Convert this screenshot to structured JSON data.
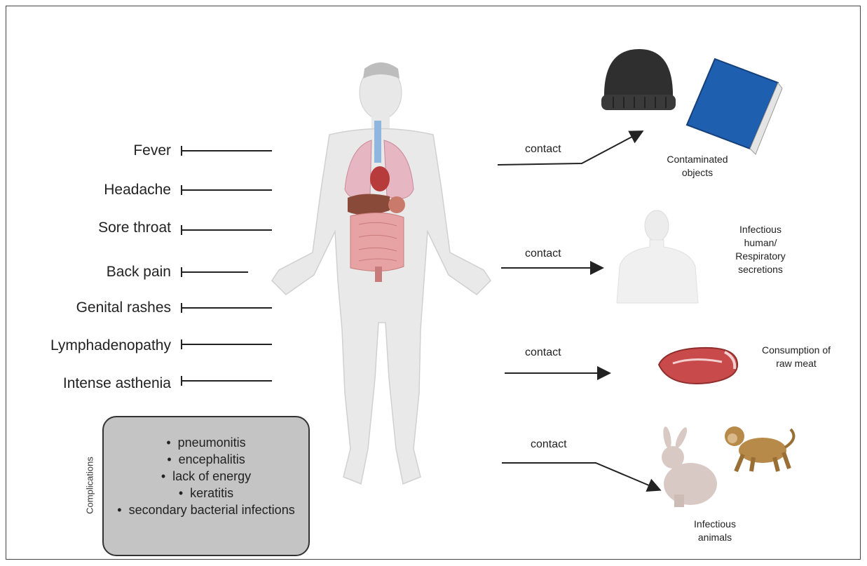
{
  "symptoms": [
    "Fever",
    "Headache",
    "Sore throat",
    "Back pain",
    "Genital rashes",
    "Lymphadenopathy",
    "Intense asthenia"
  ],
  "complications": {
    "label": "Complications",
    "items": [
      "pneumonitis",
      "encephalitis",
      "lack of energy",
      "keratitis",
      "secondary bacterial infections"
    ]
  },
  "transmission": [
    {
      "contact": "contact",
      "caption": [
        "Contaminated",
        "objects"
      ]
    },
    {
      "contact": "contact",
      "caption": [
        "Infectious",
        "human/",
        "Respiratory",
        "secretions"
      ]
    },
    {
      "contact": "contact",
      "caption": [
        "Consumption of",
        "raw meat"
      ]
    },
    {
      "contact": "contact",
      "caption": [
        "Infectious",
        "animals"
      ]
    }
  ],
  "icons": [
    "human-body-icon",
    "beanie-hat-icon",
    "book-icon",
    "human-silhouette-icon",
    "raw-meat-icon",
    "rabbit-icon",
    "monkey-icon"
  ],
  "colors": {
    "hat": "#2f2f2f",
    "book": "#1f5fb0",
    "meat": "#c94a4a",
    "body": "#e9e9e9",
    "box": "#c4c4c4"
  }
}
